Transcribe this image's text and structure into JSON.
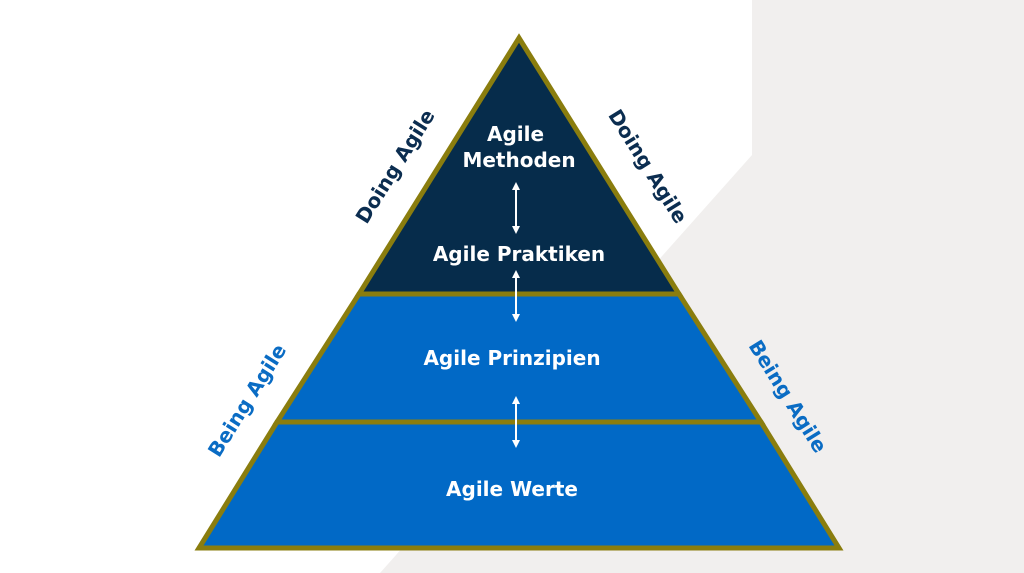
{
  "colors": {
    "background_gray": "#f1efee",
    "background_white": "#ffffff",
    "outline": "#8a7d0e",
    "top_fill": "#062c4b",
    "lower_fill": "#0169c6",
    "text_white": "#ffffff",
    "doing_label": "#0b2d50",
    "being_label": "#0a6cc4",
    "arrow": "#ffffff"
  },
  "pyramid": {
    "levels": [
      {
        "id": "methoden",
        "label_lines": [
          "Agile",
          "Methoden"
        ]
      },
      {
        "id": "praktiken",
        "label": "Agile Praktiken"
      },
      {
        "id": "prinzipien",
        "label": "Agile Prinzipien"
      },
      {
        "id": "werte",
        "label": "Agile Werte"
      }
    ]
  },
  "side_labels": {
    "doing_left": "Doing Agile",
    "doing_right": "Doing Agile",
    "being_left": "Being Agile",
    "being_right": "Being Agile"
  }
}
